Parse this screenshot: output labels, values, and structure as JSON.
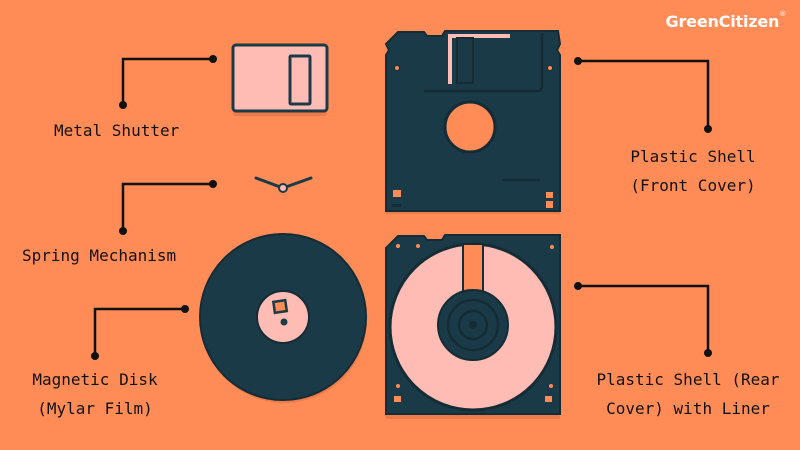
{
  "brand": {
    "name": "GreenCitizen",
    "mark": "®"
  },
  "colors": {
    "background": "#ff8c57",
    "dark": "#1b3a47",
    "pink": "#ffbcb4",
    "line": "#111111"
  },
  "labels": {
    "metal_shutter": "Metal Shutter",
    "spring_mechanism": "Spring Mechanism",
    "magnetic_disk_line1": "Magnetic Disk",
    "magnetic_disk_line2": "(Mylar Film)",
    "front_cover_line1": "Plastic Shell",
    "front_cover_line2": "(Front Cover)",
    "rear_cover_line1": "Plastic Shell (Rear",
    "rear_cover_line2": "Cover) with Liner"
  }
}
